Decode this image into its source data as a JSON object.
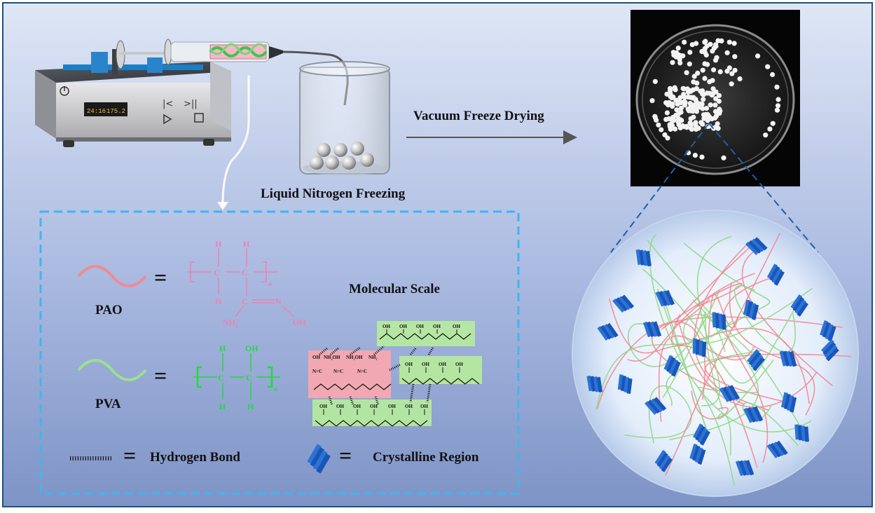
{
  "labels": {
    "vacuum": "Vacuum Freeze Drying",
    "liquid_n2": "Liquid Nitrogen Freezing",
    "molecular_scale": "Molecular Scale",
    "pao": "PAO",
    "pva": "PVA",
    "equals": "=",
    "hbond": "Hydrogen Bond",
    "crystalline": "Crystalline Region"
  },
  "pump": {
    "time": "24:16",
    "rate": "175.2"
  },
  "pao_formula": {
    "h": "H",
    "n": "N",
    "nh2": "NH",
    "sub2": "2",
    "oh": "OH",
    "sub_n": "n",
    "c": "C"
  },
  "pva_formula": {
    "h": "H",
    "oh": "OH",
    "c": "C",
    "sub_n": "n"
  },
  "struct": {
    "oh": "OH",
    "nh2oh": "NH₂OH",
    "nh2": "NH₂",
    "neq": "N=C"
  },
  "colors": {
    "frame": "#1f4f82",
    "bg_top": "#dfe7f6",
    "bg_bottom": "#7d93c4",
    "pao": "#f08a92",
    "pva": "#7ed37a",
    "pao_text": "#f07fb4",
    "pva_text": "#1fdc3a",
    "dashed": "#3fb6f0",
    "crystal": "#1f63c9"
  }
}
